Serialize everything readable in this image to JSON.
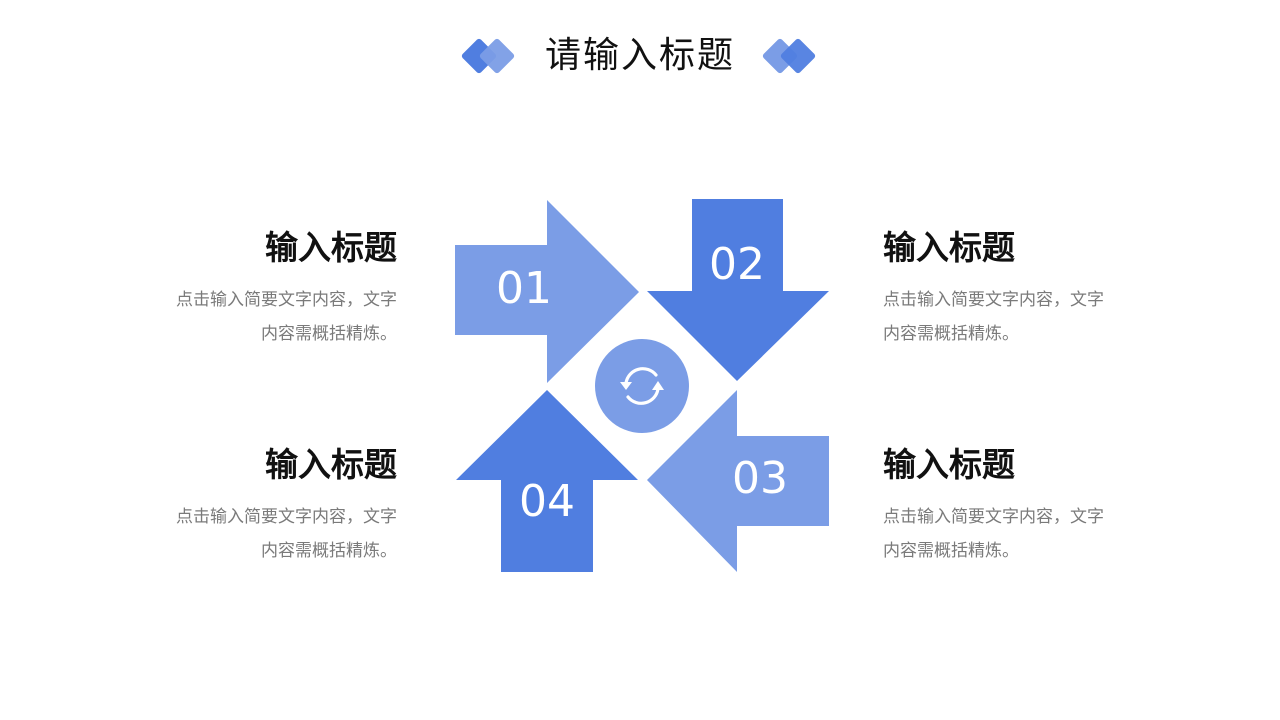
{
  "header": {
    "title": "请输入标题"
  },
  "colors": {
    "light": "#7b9de6",
    "dark": "#507ee0"
  },
  "center": {
    "icon": "refresh-cycle-icon"
  },
  "steps": [
    {
      "number": "01",
      "title": "输入标题",
      "desc_line1": "点击输入简要文字内容，文字",
      "desc_line2": "内容需概括精炼。",
      "direction": "right"
    },
    {
      "number": "02",
      "title": "输入标题",
      "desc_line1": "点击输入简要文字内容，文字",
      "desc_line2": "内容需概括精炼。",
      "direction": "down"
    },
    {
      "number": "03",
      "title": "输入标题",
      "desc_line1": "点击输入简要文字内容，文字",
      "desc_line2": "内容需概括精炼。",
      "direction": "left"
    },
    {
      "number": "04",
      "title": "输入标题",
      "desc_line1": "点击输入简要文字内容，文字",
      "desc_line2": "内容需概括精炼。",
      "direction": "up"
    }
  ]
}
